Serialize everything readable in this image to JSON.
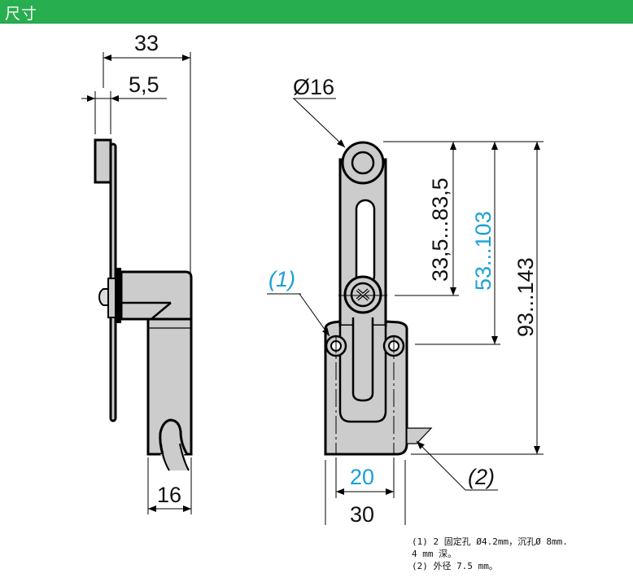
{
  "header": {
    "title": "尺寸",
    "background_color": "#27ae4f"
  },
  "side_view": {
    "dim_total_width": "33",
    "dim_arm_thickness": "5,5",
    "dim_body_width": "16"
  },
  "front_view": {
    "dim_roller_diameter": "Ø16",
    "dim_lever_adjust": "33,5...83,5",
    "dim_mount_height": "53...103",
    "dim_overall_height": "93...143",
    "dim_hole_spacing": "20",
    "dim_body_width": "30",
    "callout_1": "(1)",
    "callout_2": "(2)"
  },
  "colors": {
    "accent_blue": "#1aa0d8",
    "part_fill": "#cccccc",
    "outline": "#000000"
  },
  "notes": {
    "line1": "(1) 2 固定孔 Ø4.2mm，沉孔Ø 8mm.",
    "line2": "4 mm 深。",
    "line3": "(2) 外径 7.5 mm。"
  }
}
